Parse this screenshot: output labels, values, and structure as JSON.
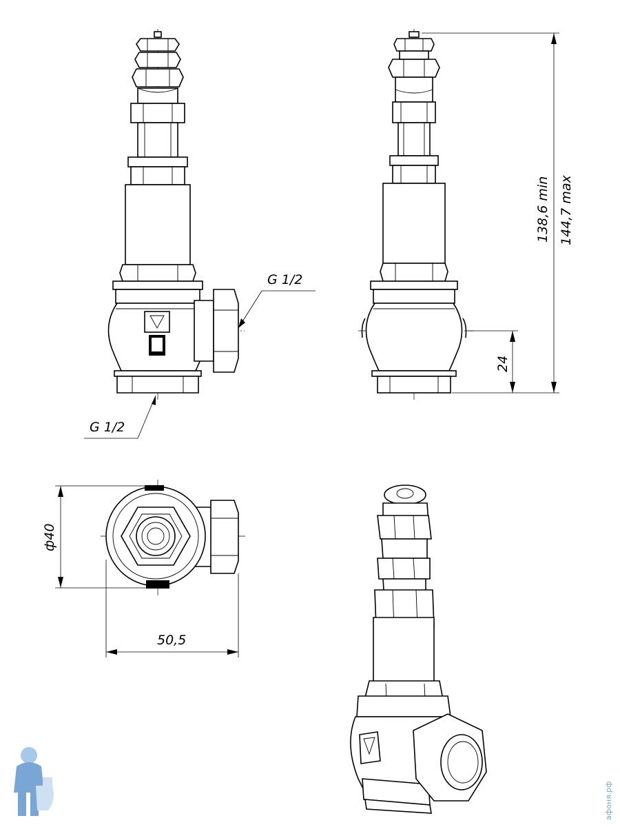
{
  "dimensions": {
    "thread_side": "G 1/2",
    "thread_bottom": "G 1/2",
    "height_min": "138,6 min",
    "height_max": "144,7 max",
    "outlet_height": "24",
    "diameter": "ф40",
    "width": "50,5"
  },
  "watermark": {
    "text": "афоня.рф",
    "icon": "plumber-mascot-icon"
  },
  "colors": {
    "line": "#000000",
    "watermark": "#7aa6d6"
  }
}
